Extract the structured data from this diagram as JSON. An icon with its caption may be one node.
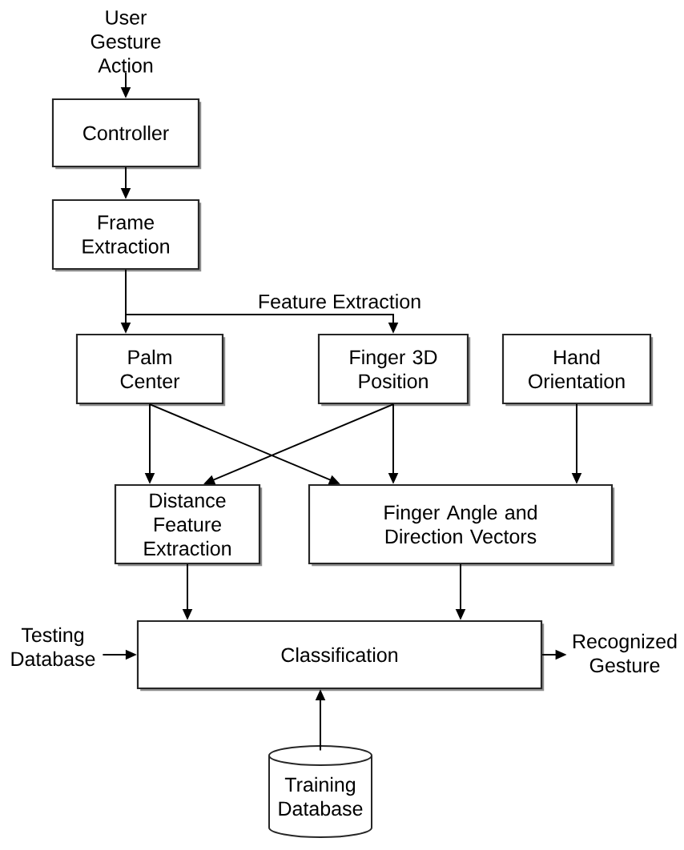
{
  "diagram": {
    "nodes": [
      {
        "text": [
          "User Gesture Action"
        ]
      },
      {
        "text": [
          "Controller"
        ]
      },
      {
        "text": [
          "Frame Extraction"
        ]
      },
      {
        "text": [
          "Palm Center"
        ]
      },
      {
        "text": [
          "Finger 3D Position"
        ]
      },
      {
        "text": [
          "Hand Orientation"
        ]
      },
      {
        "text": [
          "Distance Feature Extraction"
        ]
      },
      {
        "text": [
          "Finger Angle and Direction Vectors"
        ]
      },
      {
        "text": [
          "Testing Database"
        ]
      },
      {
        "text": [
          "Classification"
        ]
      },
      {
        "text": [
          "Recognized Gesture"
        ]
      },
      {
        "text": [
          "Training Database"
        ]
      }
    ],
    "edges": [
      {
        "from": 0,
        "to": 1,
        "arrow": "to"
      },
      {
        "from": 1,
        "to": 2,
        "arrow": "to"
      },
      {
        "from": 2,
        "to": 3,
        "arrow": "to"
      },
      {
        "from": 2,
        "to": 4,
        "arrow": "to",
        "label": "Feature Extraction"
      },
      {
        "from": 3,
        "to": 6,
        "arrow": "to"
      },
      {
        "from": 3,
        "to": 7,
        "arrow": "to"
      },
      {
        "from": 4,
        "to": 6,
        "arrow": "to"
      },
      {
        "from": 4,
        "to": 7,
        "arrow": "to"
      },
      {
        "from": 5,
        "to": 7,
        "arrow": "to"
      },
      {
        "from": 6,
        "to": 9,
        "arrow": "to"
      },
      {
        "from": 7,
        "to": 9,
        "arrow": "to"
      },
      {
        "from": 8,
        "to": 9,
        "arrow": "to"
      },
      {
        "from": 9,
        "to": 10,
        "arrow": "to"
      },
      {
        "from": 11,
        "to": 9,
        "arrow": "to"
      }
    ]
  }
}
